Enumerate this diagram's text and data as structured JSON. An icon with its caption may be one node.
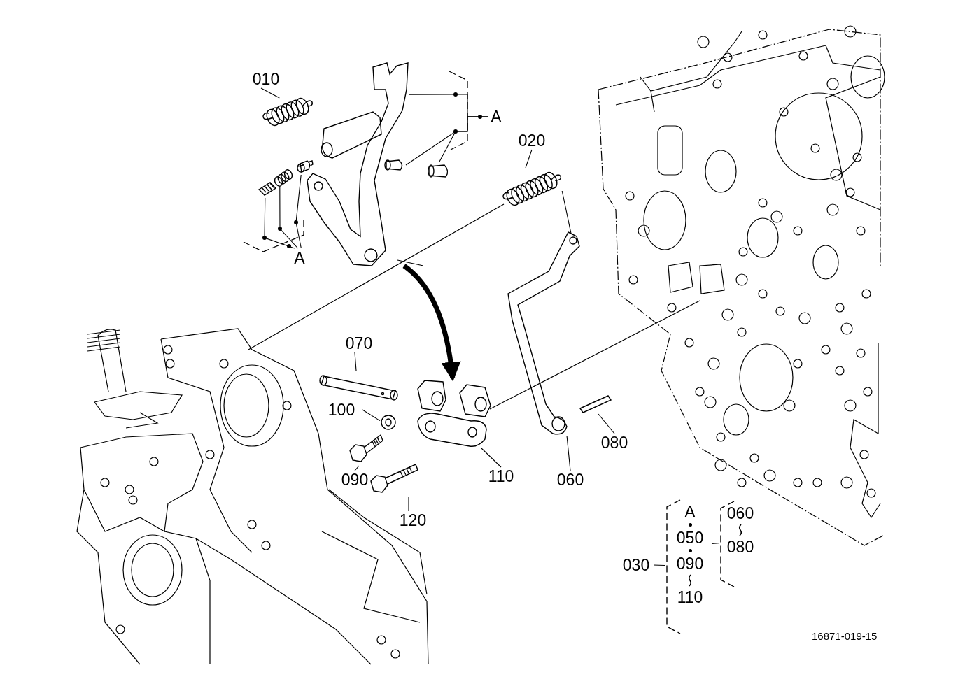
{
  "diagram": {
    "nodes": [
      {
        "text": [
          "010"
        ]
      },
      {
        "text": [],
        "shape": "picture"
      },
      {
        "text": [
          "020"
        ]
      },
      {
        "text": [],
        "shape": "picture"
      },
      {
        "text": [
          "070"
        ]
      },
      {
        "text": [],
        "shape": "picture"
      },
      {
        "text": [
          "100"
        ]
      },
      {
        "text": [],
        "shape": "picture"
      },
      {
        "text": [
          "090"
        ]
      },
      {
        "text": [],
        "shape": "picture"
      },
      {
        "text": [
          "120"
        ]
      },
      {
        "text": [],
        "shape": "picture"
      },
      {
        "text": [
          "110"
        ]
      },
      {
        "text": [],
        "shape": "picture"
      },
      {
        "text": [
          "060"
        ]
      },
      {
        "text": [],
        "shape": "picture"
      },
      {
        "text": [
          "080"
        ]
      },
      {
        "text": [],
        "shape": "picture"
      },
      {
        "text": [
          "030"
        ]
      },
      {
        "text": [
          "A",
          "050",
          "090",
          "110"
        ]
      },
      {
        "text": [
          "060",
          "080"
        ]
      },
      {
        "text": [
          "A"
        ]
      },
      {
        "text": [
          "A"
        ]
      },
      {
        "text": [],
        "shape": "picture"
      },
      {
        "text": [],
        "shape": "picture"
      },
      {
        "text": [],
        "shape": "picture"
      },
      {
        "text": [],
        "shape": "picture"
      },
      {
        "text": [],
        "shape": "picture"
      },
      {
        "text": [],
        "shape": "picture"
      }
    ],
    "edges": [
      {
        "from": 0,
        "to": 1,
        "arrow": "none"
      },
      {
        "from": 2,
        "to": 3,
        "arrow": "none"
      },
      {
        "from": 4,
        "to": 5,
        "arrow": "none"
      },
      {
        "from": 6,
        "to": 7,
        "arrow": "none"
      },
      {
        "from": 8,
        "to": 9,
        "arrow": "none"
      },
      {
        "from": 10,
        "to": 11,
        "arrow": "none"
      },
      {
        "from": 12,
        "to": 13,
        "arrow": "none"
      },
      {
        "from": 14,
        "to": 15,
        "arrow": "none"
      },
      {
        "from": 16,
        "to": 17,
        "arrow": "none"
      },
      {
        "from": 18,
        "to": 19,
        "arrow": "none"
      },
      {
        "from": 19,
        "to": 20,
        "arrow": "none"
      },
      {
        "from": 21,
        "to": 23,
        "arrow": "none"
      },
      {
        "from": 21,
        "to": 24,
        "arrow": "none"
      },
      {
        "from": 21,
        "to": 25,
        "arrow": "none"
      },
      {
        "from": 22,
        "to": 26,
        "arrow": "none"
      },
      {
        "from": 22,
        "to": 27,
        "arrow": "none"
      },
      {
        "from": 22,
        "to": 28,
        "arrow": "none"
      },
      {
        "from": 23,
        "to": 13,
        "arrow": "to",
        "style": "thick"
      },
      {
        "from": 3,
        "to": 15,
        "arrow": "none"
      }
    ],
    "labels": [
      "16871-019-15"
    ]
  }
}
